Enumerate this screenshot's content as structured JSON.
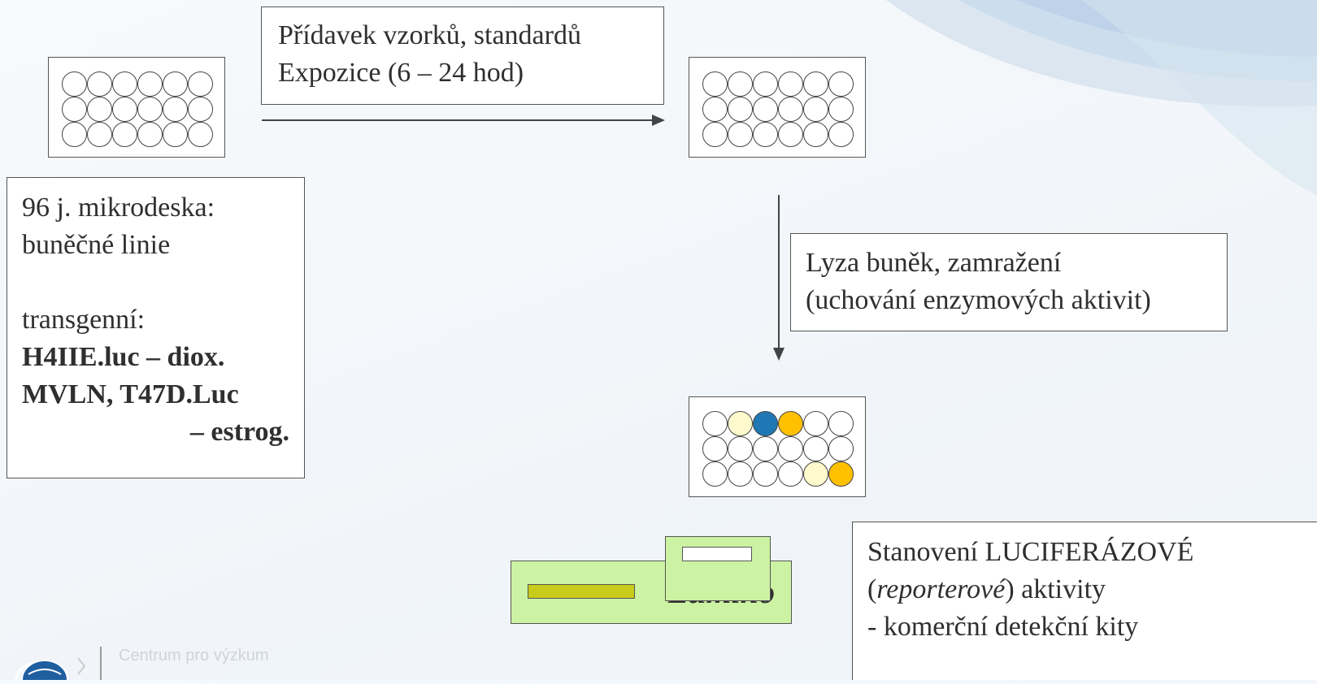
{
  "step_add": {
    "line1": "Přídavek vzorků, standardů",
    "line2": "Expozice (6 – 24 hod)"
  },
  "plate_info": {
    "line1": "96 j. mikrodeska:",
    "line2": "buněčné linie",
    "line3": "transgenní:",
    "line4": "H4IIE.luc – diox.",
    "line5": "MVLN, T47D.Luc",
    "line6": "– estrog."
  },
  "step_lysis": {
    "line1": "Lyza buněk, zamražení",
    "line2": "(uchování enzymových aktivit)"
  },
  "step_measure": {
    "line1": "Stanovení LUCIFERÁZOVÉ",
    "line2_italic": "reporterové",
    "line2_open": "(",
    "line2_rest": ") aktivity",
    "line3": "- komerční detekční kity"
  },
  "instrument": {
    "label": "Lumino"
  },
  "logo": {
    "text": "Centrum pro výzkum"
  },
  "colors": {
    "well_pale": "#fffacd",
    "well_blue": "#1f77b4",
    "well_gold": "#ffc000",
    "instrument_green": "#ccf3a3",
    "instrument_slot": "#c9cb1a"
  },
  "result_plate_wells": [
    [
      "white",
      "pale",
      "blue",
      "gold",
      "white",
      "white"
    ],
    [
      "white",
      "white",
      "white",
      "white",
      "white",
      "white"
    ],
    [
      "white",
      "white",
      "white",
      "white",
      "pale",
      "gold"
    ]
  ]
}
